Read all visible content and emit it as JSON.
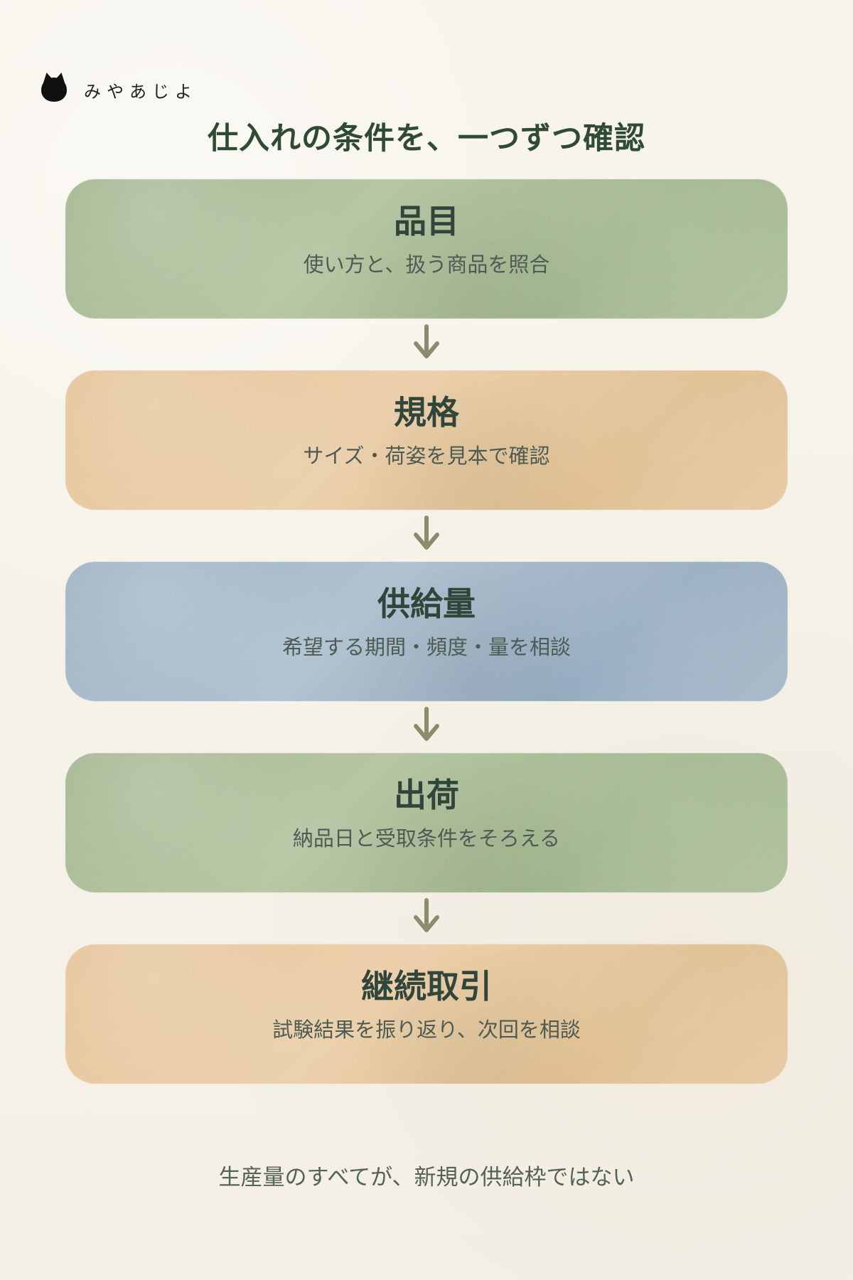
{
  "brand": {
    "name": "みやあじよ",
    "icon": "cat-icon"
  },
  "header": {
    "title": "仕入れの条件を、一つずつ確認"
  },
  "steps": [
    {
      "title": "品目",
      "description": "使い方と、扱う商品を照合",
      "color": "#AFC39B"
    },
    {
      "title": "規格",
      "description": "サイズ・荷姿を見本で確認",
      "color": "#E7C9A0"
    },
    {
      "title": "供給量",
      "description": "希望する期間・頻度・量を相談",
      "color": "#A8BAC9"
    },
    {
      "title": "出荷",
      "description": "納品日と受取条件をそろえる",
      "color": "#AFC39B"
    },
    {
      "title": "継続取引",
      "description": "試験結果を振り返り、次回を相談",
      "color": "#E7C9A0"
    }
  ],
  "footer": {
    "note": "生産量のすべてが、新規の供給枠ではない"
  },
  "arrow_icon": "down-arrow-icon",
  "colors": {
    "background": "#F6F2E9",
    "title": "#2F4B34",
    "text": "#4E5B54",
    "arrow": "#8C8B6C"
  }
}
